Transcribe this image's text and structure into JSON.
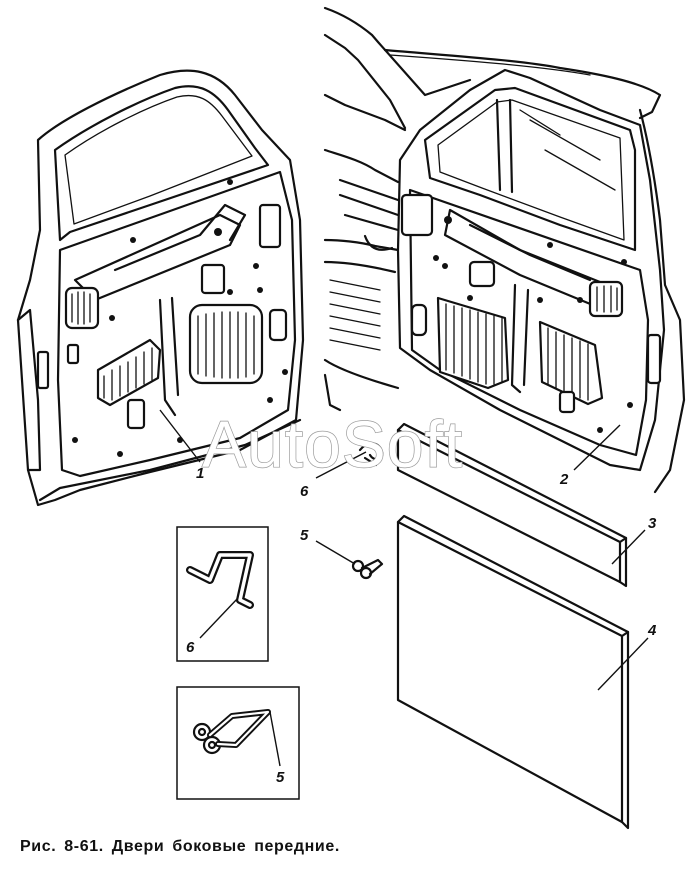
{
  "caption": "Рис. 8-61. Двери боковые передние.",
  "watermark": "AutoSoft",
  "callouts": {
    "door_left": "1",
    "door_right": "2",
    "panel_small": "3",
    "panel_large": "4",
    "clip": "5",
    "clip_detail": "5",
    "bracket": "6",
    "bracket_detail": "6"
  },
  "colors": {
    "ink": "#111111",
    "watermark_outline": "#9a9a9a",
    "background": "#ffffff"
  }
}
